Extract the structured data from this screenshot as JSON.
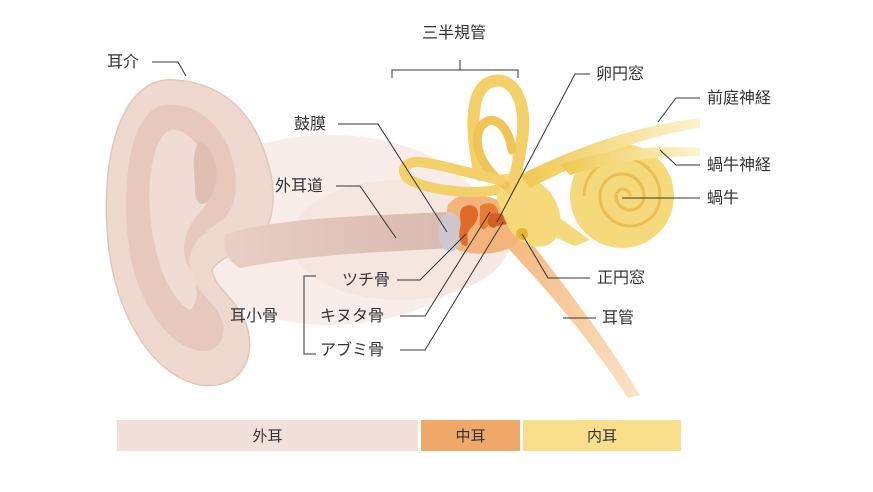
{
  "labels": {
    "auricle": "耳介",
    "semicircular_canals": "三半規管",
    "oval_window": "卵円窓",
    "vestibular_nerve": "前庭神経",
    "eardrum": "鼓膜",
    "cochlear_nerve": "蝸牛神経",
    "ear_canal": "外耳道",
    "cochlea": "蝸牛",
    "malleus": "ツチ骨",
    "round_window": "正円窓",
    "ossicles": "耳小骨",
    "incus": "キヌタ骨",
    "eustachian_tube": "耳管",
    "stapes": "アブミ骨"
  },
  "sections": {
    "outer": "外耳",
    "middle": "中耳",
    "inner": "内耳"
  },
  "colors": {
    "outer_band": "#f2e1da",
    "middle_band": "#f0a868",
    "inner_band": "#f9df8c",
    "skin": "#f0dcd3",
    "bone_orange": "#e8843c",
    "inner_yellow": "#f6d97a"
  }
}
